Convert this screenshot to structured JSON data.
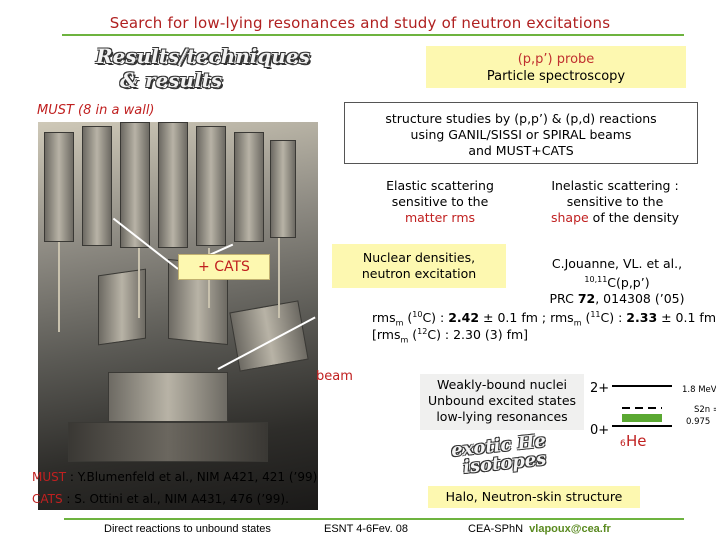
{
  "header": {
    "title": "Search for low-lying resonances and study of neutron excitations"
  },
  "logo": {
    "line1": "Results/techniques",
    "line2": "& results"
  },
  "probe": {
    "head": "(p,p’) probe",
    "sub": "Particle spectroscopy"
  },
  "photo_labels": {
    "must": "MUST (8 in a wall)",
    "cats": "+ CATS",
    "beam": "beam"
  },
  "structure": {
    "line1": "structure studies by (p,p’) & (p,d) reactions",
    "line2": "using GANIL/SISSI or SPIRAL beams",
    "line3": "and MUST+CATS"
  },
  "elastic": {
    "line1": "Elastic scattering",
    "line2": "sensitive to the",
    "line3": "matter rms"
  },
  "inelastic": {
    "line1": "Inelastic scattering :",
    "line2": "sensitive to the",
    "line3_pre": "",
    "line3_red": "shape",
    "line3_post": " of the density"
  },
  "nuclear": {
    "line1": "Nuclear densities,",
    "line2": "neutron excitation"
  },
  "jouanne": {
    "line1_pre": "C.Jouanne, VL. et al., ",
    "line1_sup": "10,11",
    "line1_post": "C(p,p’)",
    "line2_pre": "PRC ",
    "line2_bold": "72",
    "line2_post": ", 014308 (’05)"
  },
  "rms": {
    "line1": {
      "a_pre": "rms",
      "a_sub": "m",
      "a_iso": "10",
      "a_el": "C) : ",
      "a_val": "2.42",
      "a_err": " ± 0.1 fm ; rms",
      "b_sub": "m",
      "b_iso": "11",
      "b_el": "C) : ",
      "b_val": "2.33",
      "b_err": " ± 0.1 fm"
    },
    "line2": {
      "pre": "[rms",
      "sub": "m",
      "iso": "12",
      "el": "C) : 2.30 (3) fm]"
    }
  },
  "weakly": {
    "line1": "Weakly-bound nuclei",
    "line2": "Unbound excited states",
    "line3": "low-lying resonances"
  },
  "levels": {
    "upper_label": "2+",
    "lower_label": "0+",
    "energy": "1.8 MeV",
    "s2n_label": "S2n =",
    "s2n_value": "0.975",
    "nucleus_mass": "6",
    "nucleus_el": "He",
    "colors": {
      "line": "#000000",
      "green": "#5aa832",
      "red": "#c02020"
    }
  },
  "exotic": {
    "line1": "exotic He",
    "line2": "isotopes"
  },
  "references": {
    "must_label": "MUST",
    "must_text": " : Y.Blumenfeld et al., NIM A421, 421 (’99)",
    "cats_label": "CATS",
    "cats_text": " : S. Ottini et al., NIM A431, 476 (’99)."
  },
  "halo": {
    "text": "Halo, Neutron-skin structure"
  },
  "footer": {
    "left": "Direct reactions to unbound states",
    "center": "ESNT 4-6Fev. 08",
    "right_lab": "CEA-SPhN",
    "email": "vlapoux@cea.fr"
  }
}
